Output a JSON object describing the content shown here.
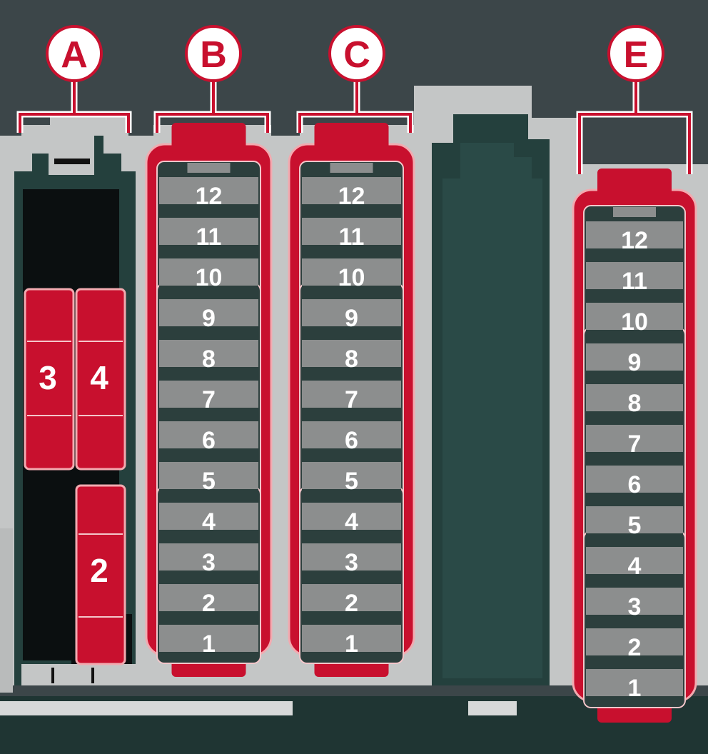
{
  "labels": {
    "A": "A",
    "B": "B",
    "C": "C",
    "E": "E"
  },
  "block_b": {
    "fuses": [
      "12",
      "11",
      "10",
      "9",
      "8",
      "7",
      "6",
      "5",
      "4",
      "3",
      "2",
      "1"
    ]
  },
  "block_c": {
    "fuses": [
      "12",
      "11",
      "10",
      "9",
      "8",
      "7",
      "6",
      "5",
      "4",
      "3",
      "2",
      "1"
    ]
  },
  "block_e": {
    "fuses": [
      "12",
      "11",
      "10",
      "9",
      "8",
      "7",
      "6",
      "5",
      "4",
      "3",
      "2",
      "1"
    ]
  },
  "block_a": {
    "fuse_3": "3",
    "fuse_4": "4",
    "fuse_2": "2"
  },
  "colors": {
    "highlight_red": "#c8102e",
    "panel_light": "#c4c6c6",
    "panel_dark": "#24403d",
    "fuse_gray": "#8c8e8e"
  }
}
